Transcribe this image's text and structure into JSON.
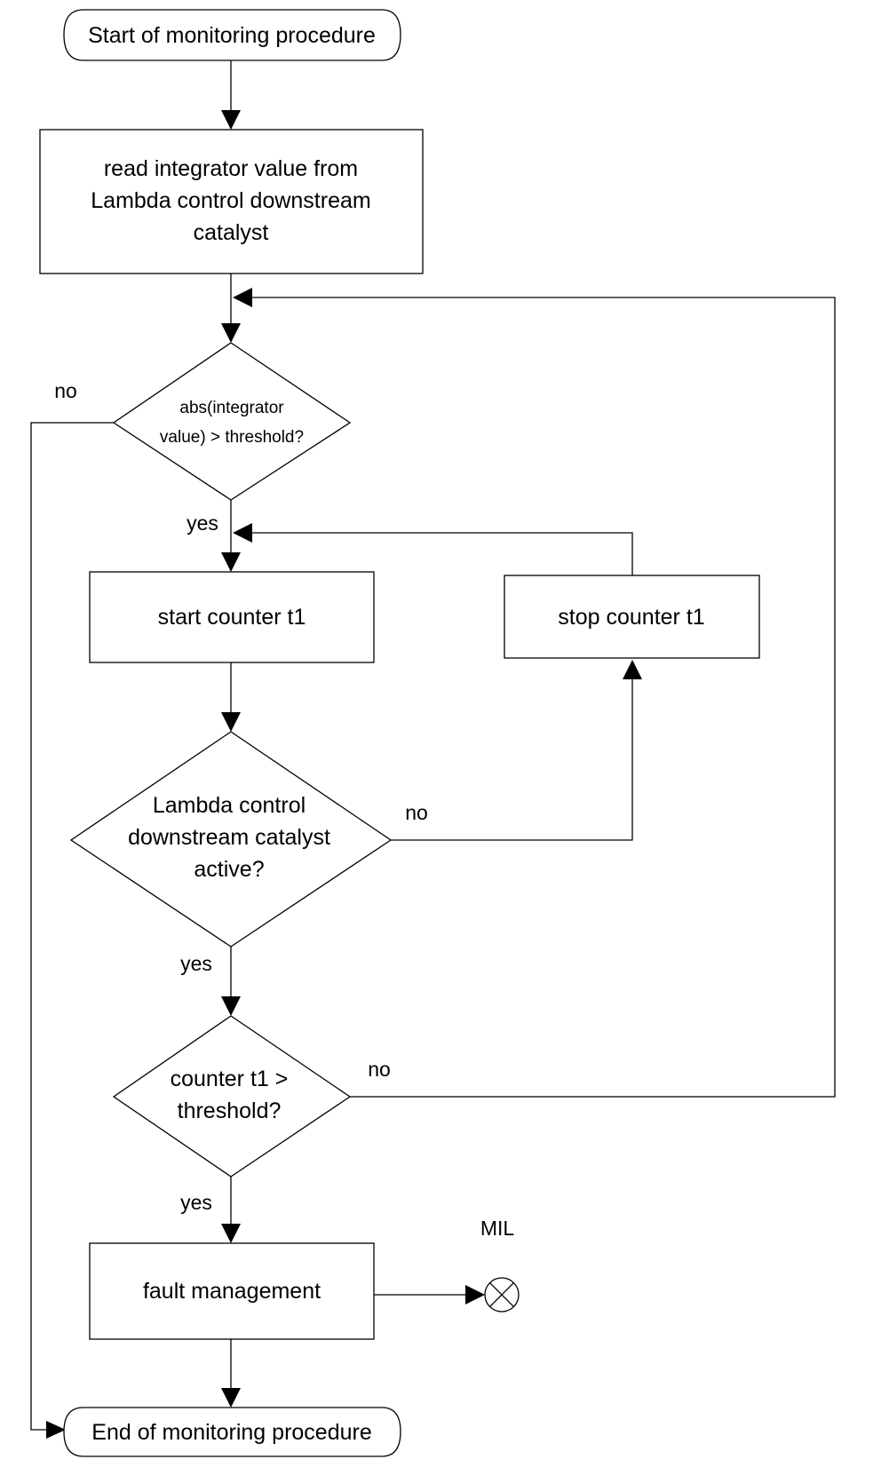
{
  "nodes": {
    "start": {
      "label": "Start of monitoring procedure"
    },
    "read_integrator": {
      "lines": [
        "read integrator value from",
        "Lambda control downstream",
        "catalyst"
      ]
    },
    "integrator_check": {
      "lines": [
        "abs(integrator",
        "value) > threshold?"
      ]
    },
    "start_counter": {
      "label": "start counter t1"
    },
    "stop_counter": {
      "label": "stop counter t1"
    },
    "lambda_active": {
      "lines": [
        "Lambda control",
        "downstream catalyst",
        "active?"
      ]
    },
    "counter_check": {
      "lines": [
        "counter t1 >",
        "threshold?"
      ]
    },
    "fault_management": {
      "label": "fault management"
    },
    "mil": {
      "label": "MIL"
    },
    "end": {
      "label": "End of monitoring procedure"
    }
  },
  "edge_labels": {
    "integrator_no": "no",
    "integrator_yes": "yes",
    "lambda_no": "no",
    "lambda_yes": "yes",
    "counter_no": "no",
    "counter_yes": "yes"
  }
}
